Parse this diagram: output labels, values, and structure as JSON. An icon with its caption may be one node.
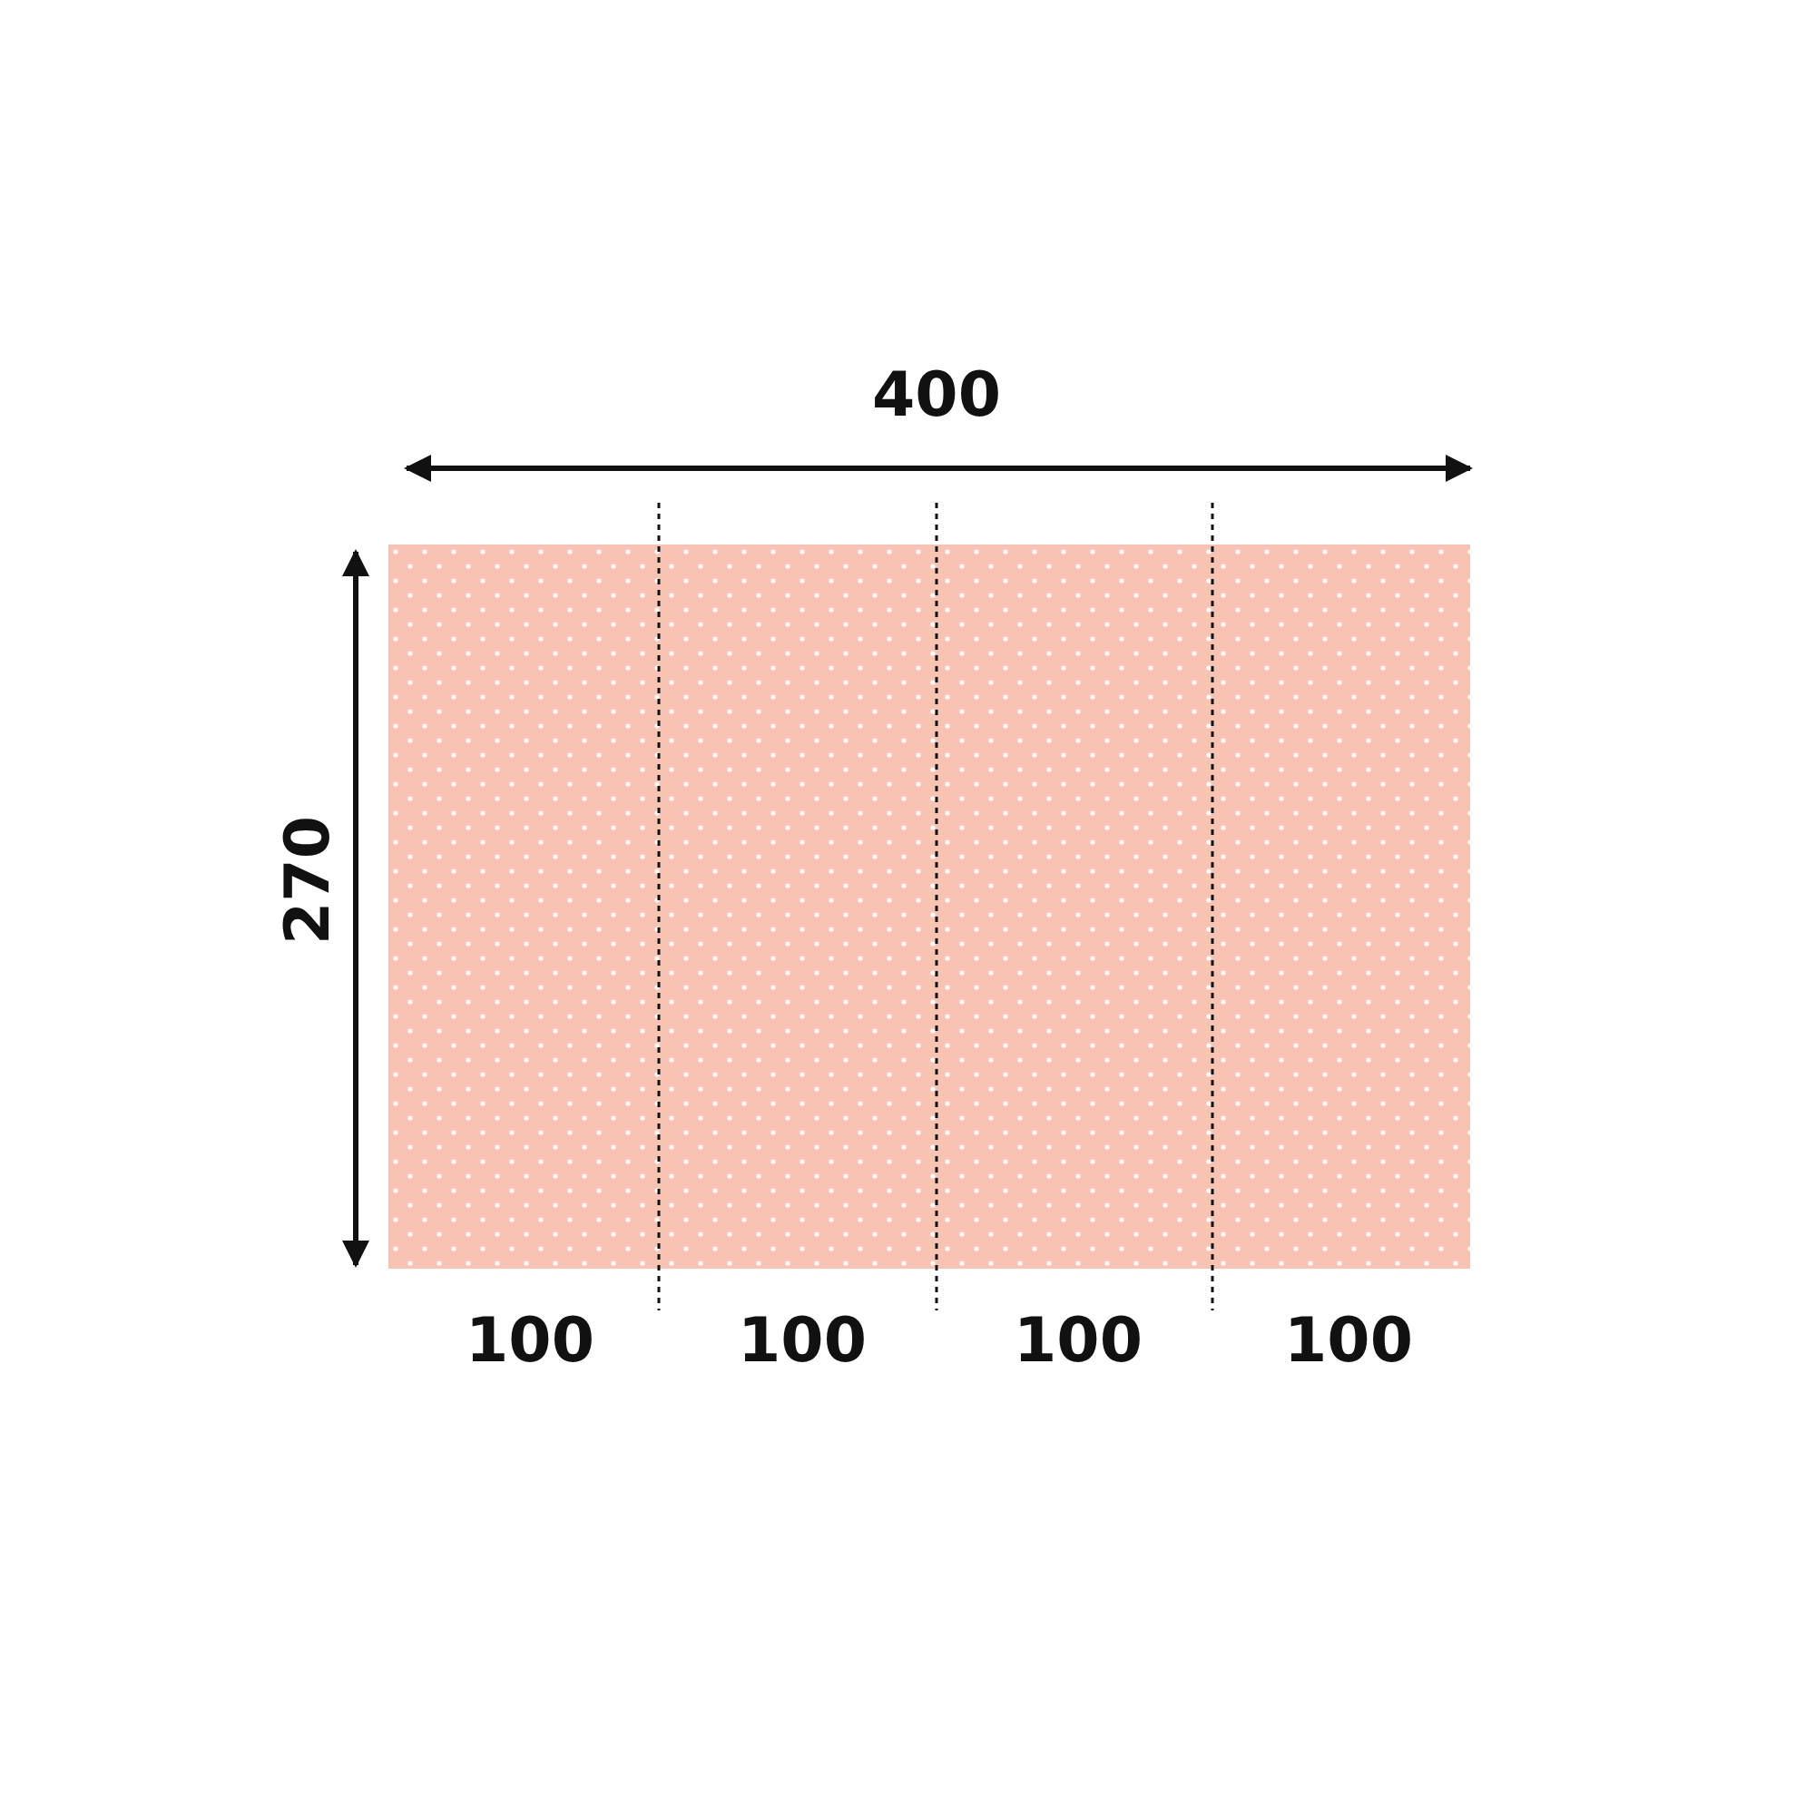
{
  "diagram": {
    "labels": [
      "400",
      "270",
      "100",
      "100",
      "100",
      "100"
    ]
  }
}
